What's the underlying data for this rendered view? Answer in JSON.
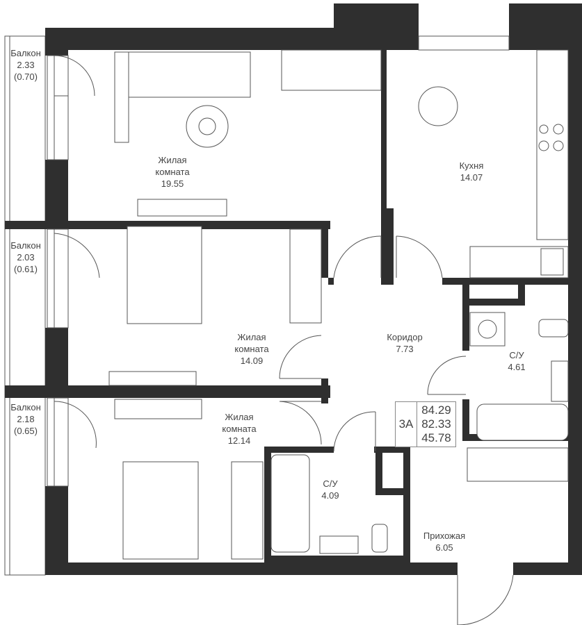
{
  "rooms": [
    {
      "name": "Балкон",
      "area": "2.33",
      "extra": "(0.70)"
    },
    {
      "name": "Балкон",
      "area": "2.03",
      "extra": "(0.61)"
    },
    {
      "name": "Балкон",
      "area": "2.18",
      "extra": "(0.65)"
    },
    {
      "name": "Жилая комната",
      "line1": "Жилая",
      "line2": "комната",
      "area": "19.55"
    },
    {
      "name": "Жилая комната",
      "line1": "Жилая",
      "line2": "комната",
      "area": "14.09"
    },
    {
      "name": "Жилая комната",
      "line1": "Жилая",
      "line2": "комната",
      "area": "12.14"
    },
    {
      "name": "Кухня",
      "area": "14.07"
    },
    {
      "name": "Коридор",
      "area": "7.73"
    },
    {
      "name": "С/У",
      "area": "4.61"
    },
    {
      "name": "С/У",
      "area": "4.09"
    },
    {
      "name": "Прихожая",
      "area": "6.05"
    }
  ],
  "summary": {
    "type": "3А",
    "total_area": "84.29",
    "area_no_balcony": "82.33",
    "living_area": "45.78"
  },
  "colors": {
    "wall": "#2f2f2f",
    "line": "#555555",
    "text": "#444444"
  }
}
